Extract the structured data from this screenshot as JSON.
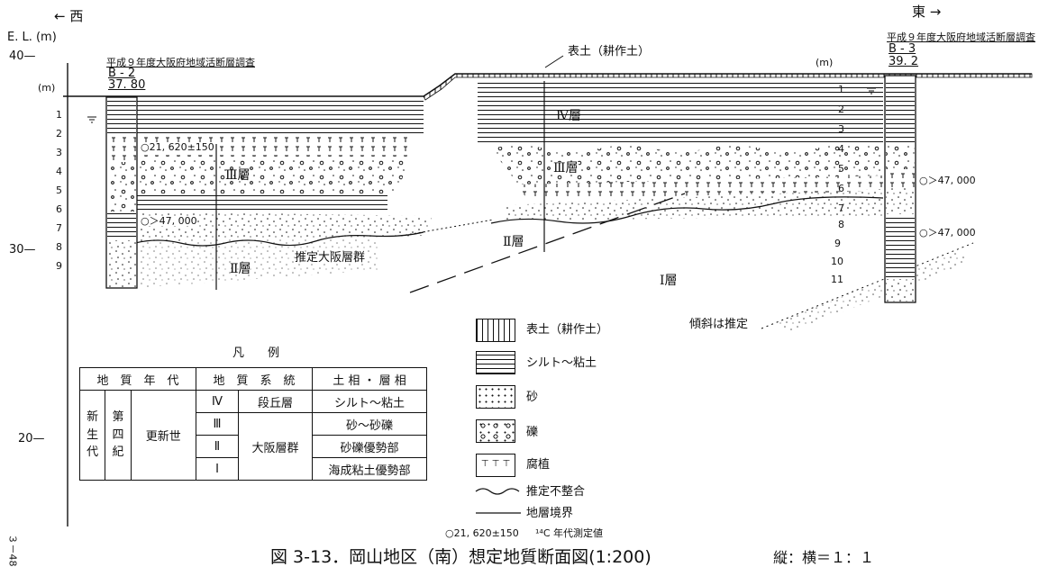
{
  "direction": {
    "west": "← 西",
    "east": "東 →"
  },
  "elevation": {
    "axis_label": "E. L. (m)",
    "ticks": [
      "40—",
      "30—",
      "20—"
    ]
  },
  "borehole_b2": {
    "survey": "平成９年度大阪府地域活断層調査",
    "id": "B - 2",
    "elevation": "37. 80",
    "unit": "(m)",
    "depths": [
      "1",
      "2",
      "3",
      "4",
      "5",
      "6",
      "7",
      "8",
      "9"
    ],
    "dates": [
      "○21, 620±150",
      "○＞47, 000"
    ]
  },
  "borehole_b3": {
    "survey": "平成９年度大阪府地域活断層調査",
    "id": "B - 3",
    "elevation": "39. 2",
    "unit": "(m)",
    "depths": [
      "1",
      "2",
      "3",
      "4",
      "5",
      "6",
      "7",
      "8",
      "9",
      "10",
      "11"
    ],
    "dates": [
      "○＞47, 000",
      "○＞47, 000"
    ]
  },
  "section_labels": {
    "topsoil": "表土（耕作土）",
    "layer4": "Ⅳ層",
    "layer3_west": "Ⅲ層",
    "layer3_east": "Ⅲ層",
    "layer2_west": "Ⅱ層",
    "layer2_east": "Ⅱ層",
    "layer1": "Ⅰ層",
    "osaka_group": "推定大阪層群",
    "dip_note": "傾斜は推定"
  },
  "legend_table": {
    "title": "凡　　例",
    "headers": [
      "地　質　年　代",
      "地　質　系　統",
      "土 相 ・ 層 相"
    ],
    "era": "新生代",
    "period": "第四紀",
    "epoch": "更新世",
    "rows": [
      {
        "layer": "Ⅳ",
        "system": "段丘層",
        "facies": "シルト～粘土"
      },
      {
        "layer": "Ⅲ",
        "system": "大阪層群",
        "facies": "砂～砂礫"
      },
      {
        "layer": "Ⅱ",
        "system": "",
        "facies": "砂礫優勢部"
      },
      {
        "layer": "Ⅰ",
        "system": "",
        "facies": "海成粘土優勢部"
      }
    ]
  },
  "key": {
    "topsoil": "表土（耕作土）",
    "silt_clay": "シルト～粘土",
    "sand": "砂",
    "gravel": "礫",
    "humus": "腐植",
    "unconformity": "推定不整合",
    "boundary": "地層境界",
    "c14_sample": "○21, 620±150",
    "c14_label": "¹⁴C 年代測定値"
  },
  "caption": {
    "title": "図 3-13．岡山地区（南）想定地質断面図(1:200)",
    "ratio": "縦：横＝１：１"
  },
  "page_number": "３－48"
}
